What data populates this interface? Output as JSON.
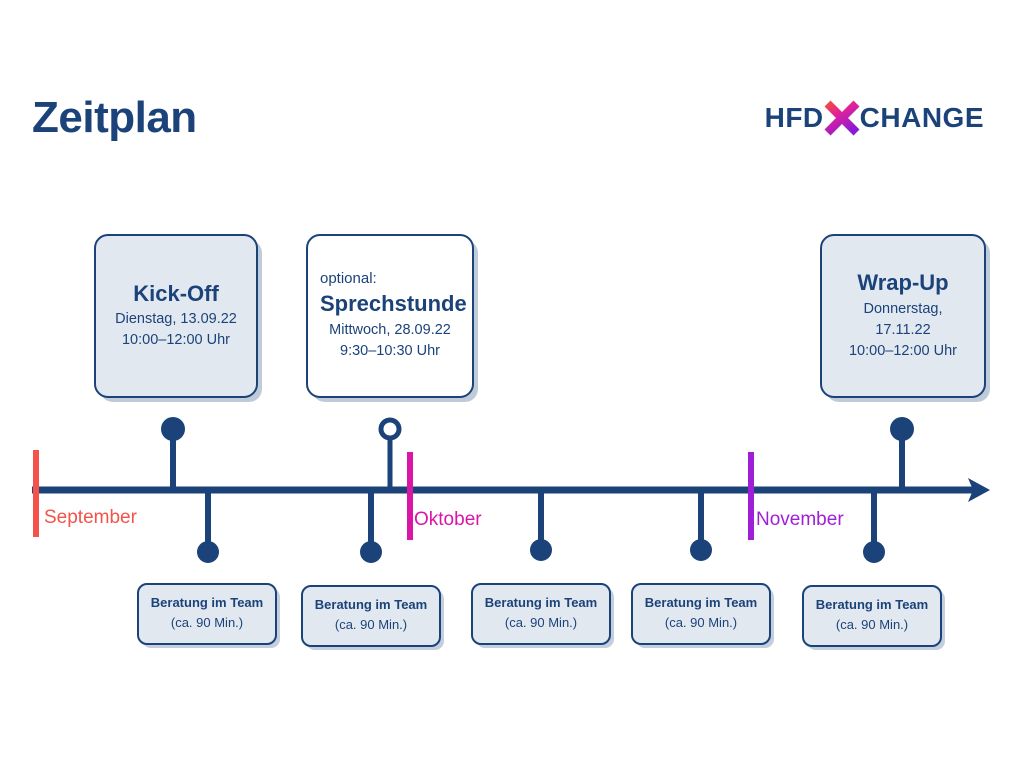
{
  "slide": {
    "title": "Zeitplan",
    "background": "#ffffff",
    "accent_navy": "#1b4379"
  },
  "logo": {
    "word_left": "HFD",
    "word_right": "CHANGE",
    "icon": "x-mark-icon",
    "text_color": "#1b4379",
    "gradient_from": "#f4572a",
    "gradient_mid": "#e0219b",
    "gradient_to": "#8a1ad6"
  },
  "milestone_cards": [
    {
      "id": "kickoff",
      "optional_label": "",
      "title": "Kick-Off",
      "date": "Dienstag, 13.09.22",
      "time": "10:00–12:00 Uhr",
      "fill": "#e2e8f0",
      "marker": "filled-dot"
    },
    {
      "id": "sprechstunde",
      "optional_label": "optional:",
      "title": "Sprechstunde",
      "date": "Mittwoch, 28.09.22",
      "time": "9:30–10:30 Uhr",
      "fill": "#ffffff",
      "marker": "hollow-dot"
    },
    {
      "id": "wrapup",
      "optional_label": "",
      "title": "Wrap-Up",
      "date": "Donnerstag, 17.11.22",
      "time": "10:00–12:00 Uhr",
      "fill": "#e2e8f0",
      "marker": "filled-dot"
    }
  ],
  "months": [
    {
      "label": "September",
      "color": "#f4524a"
    },
    {
      "label": "Oktober",
      "color": "#d916a6"
    },
    {
      "label": "November",
      "color": "#9f1fd8"
    }
  ],
  "team_boxes": [
    {
      "title": "Beratung im Team",
      "duration": "(ca. 90 Min.)"
    },
    {
      "title": "Beratung im Team",
      "duration": "(ca. 90 Min.)"
    },
    {
      "title": "Beratung im Team",
      "duration": "(ca. 90 Min.)"
    },
    {
      "title": "Beratung im Team",
      "duration": "(ca. 90 Min.)"
    },
    {
      "title": "Beratung im Team",
      "duration": "(ca. 90 Min.)"
    }
  ],
  "timeline": {
    "axis_color": "#1b4379",
    "arrow": "arrow-right-icon"
  }
}
